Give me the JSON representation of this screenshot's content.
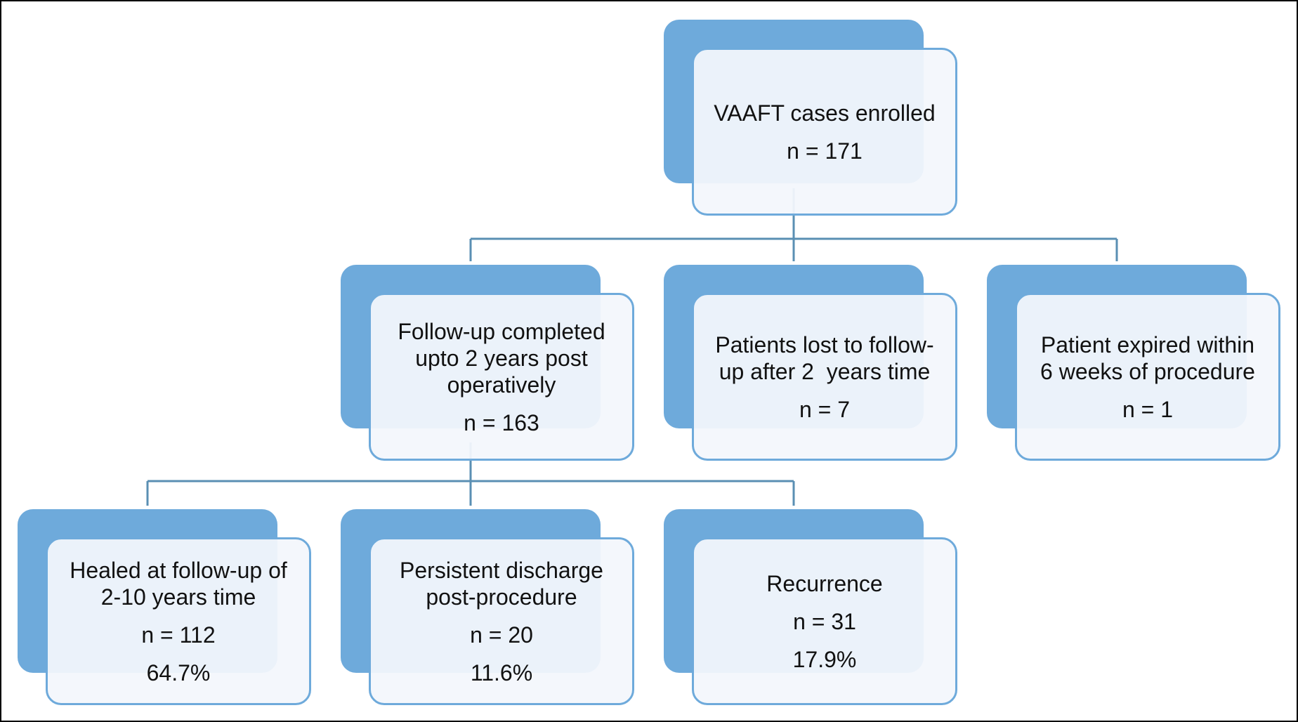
{
  "nodes": {
    "root": {
      "lines": [
        "VAAFT cases enrolled"
      ],
      "n": "n = 171"
    },
    "followup": {
      "lines": [
        "Follow-up completed",
        "upto 2 years post",
        "operatively"
      ],
      "n": "n = 163"
    },
    "lost": {
      "lines": [
        "Patients lost to follow-",
        "up after 2  years time"
      ],
      "n": "n = 7"
    },
    "expired": {
      "lines": [
        "Patient expired within",
        "6 weeks of procedure"
      ],
      "n": "n = 1"
    },
    "healed": {
      "lines": [
        "Healed at follow-up of",
        "2-10 years time"
      ],
      "n": "n = 112",
      "pct": "64.7%"
    },
    "discharge": {
      "lines": [
        "Persistent discharge",
        "post-procedure"
      ],
      "n": "n = 20",
      "pct": "11.6%"
    },
    "recurrence": {
      "lines": [
        "Recurrence"
      ],
      "n": "n = 31",
      "pct": "17.9%"
    }
  },
  "colors": {
    "box_fill": "#6eaadb",
    "box_border": "#6eaadb",
    "front_fill": "#f3f7fc",
    "connector": "#5a8fb3",
    "frame": "#000000"
  }
}
